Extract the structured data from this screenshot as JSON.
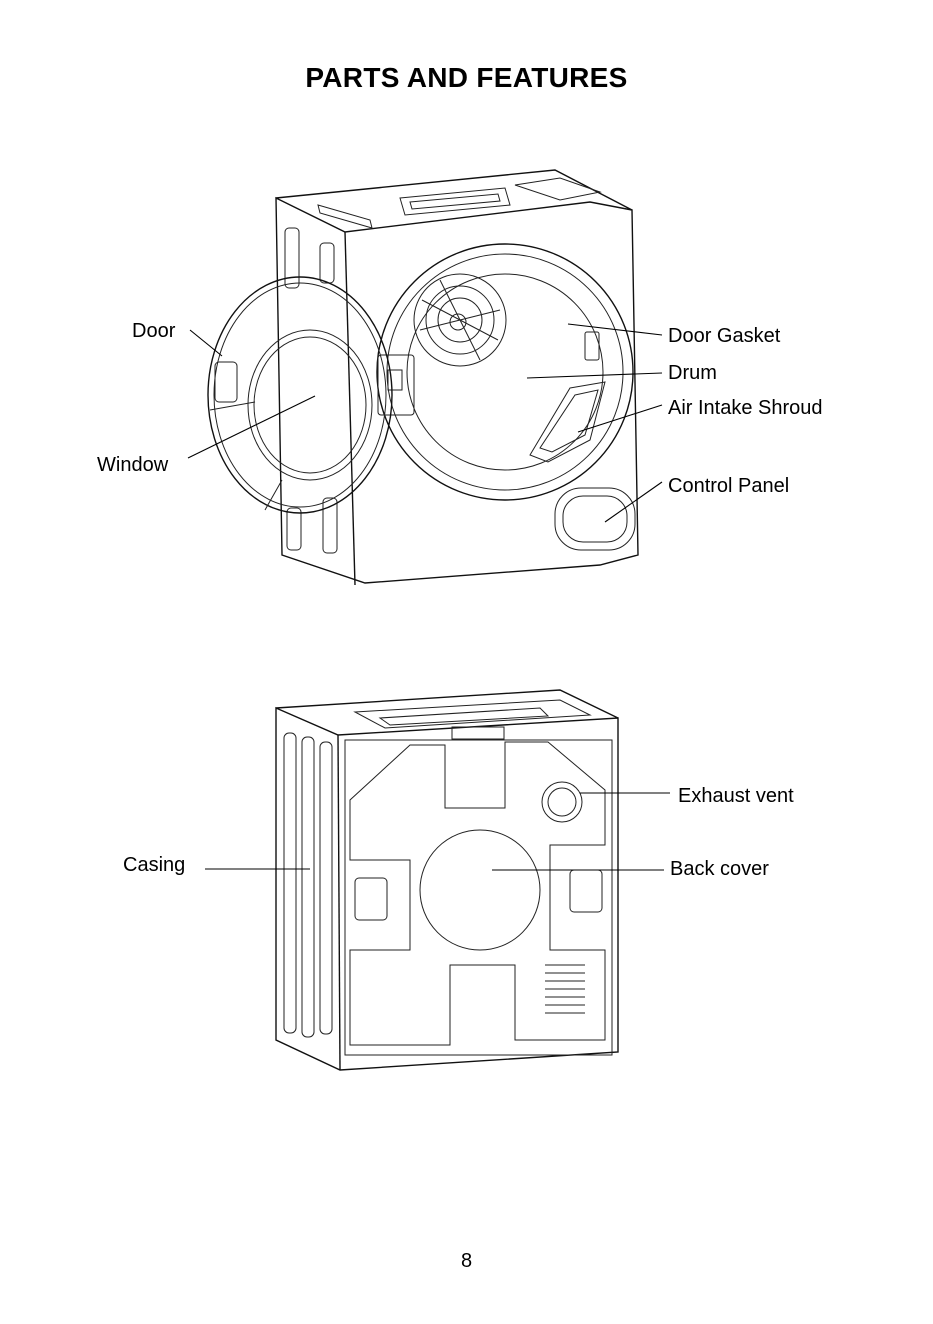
{
  "title": "PARTS AND FEATURES",
  "labels": {
    "door": "Door",
    "window": "Window",
    "door_gasket": "Door Gasket",
    "drum": "Drum",
    "air_intake_shroud": "Air Intake Shroud",
    "control_panel": "Control Panel",
    "casing": "Casing",
    "exhaust_vent": "Exhaust vent",
    "back_cover": "Back cover"
  },
  "page_number": "8"
}
